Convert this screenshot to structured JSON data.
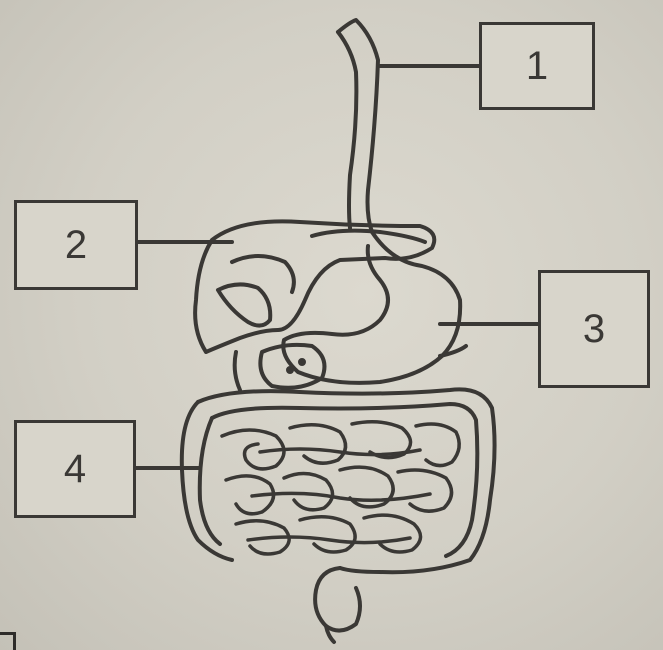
{
  "labels": {
    "label_1": "1",
    "label_2": "2",
    "label_3": "3",
    "label_4": "4"
  },
  "colors": {
    "line": "#3a3835",
    "paper": "#d6d3c9"
  }
}
